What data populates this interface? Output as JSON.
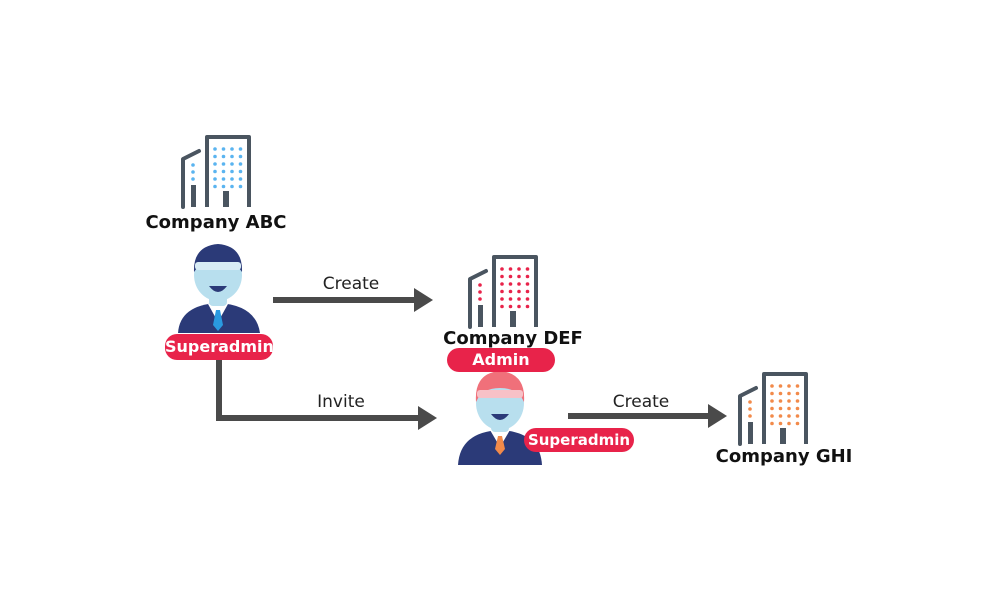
{
  "companies": {
    "abc": {
      "name": "Company ABC"
    },
    "def": {
      "name": "Company DEF"
    },
    "ghi": {
      "name": "Company GHI"
    }
  },
  "edges": {
    "abc_to_def": "Create",
    "abc_to_user2": "Invite",
    "user2_to_ghi": "Create"
  },
  "users": {
    "user1": {
      "role": "Superadmin"
    },
    "user2": {
      "role": "Superadmin",
      "admin_role": "Admin"
    }
  },
  "colors": {
    "building_stroke": "#4a5560",
    "abc_windows": "#5ab4f0",
    "def_windows": "#e8234a",
    "ghi_windows": "#f28a4a",
    "arrow": "#4a4a4a",
    "badge": "#e8234a",
    "suit": "#2b3a78",
    "face": "#b8dfee",
    "hair_user1": "#2b3a78",
    "hair_user2": "#f0707a"
  }
}
